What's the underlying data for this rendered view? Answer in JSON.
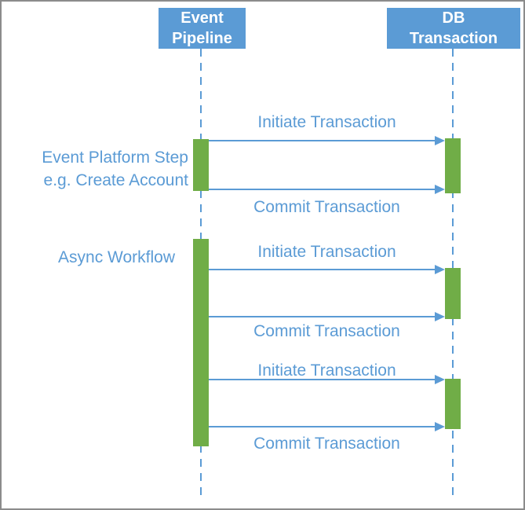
{
  "diagram": {
    "type": "sequence-diagram",
    "colors": {
      "accent_blue": "#5B9BD5",
      "activation_green": "#70AD47",
      "border_gray": "#8B8B8B",
      "background": "#FFFFFF"
    },
    "lifelines": [
      {
        "id": "event-pipeline",
        "line1": "Event",
        "line2": "Pipeline"
      },
      {
        "id": "db-transaction",
        "line1": "DB",
        "line2": "Transaction"
      }
    ],
    "annotations": [
      {
        "line1": "Event Platform Step",
        "line2": "e.g. Create Account"
      },
      {
        "line1": "Async Workflow"
      }
    ],
    "messages": [
      {
        "label": "Initiate Transaction",
        "from": "event-pipeline",
        "to": "db-transaction",
        "label_position": "above"
      },
      {
        "label": "Commit Transaction",
        "from": "event-pipeline",
        "to": "db-transaction",
        "label_position": "below"
      },
      {
        "label": "Initiate Transaction",
        "from": "event-pipeline",
        "to": "db-transaction",
        "label_position": "above"
      },
      {
        "label": "Commit Transaction",
        "from": "event-pipeline",
        "to": "db-transaction",
        "label_position": "below"
      },
      {
        "label": "Initiate Transaction",
        "from": "event-pipeline",
        "to": "db-transaction",
        "label_position": "above"
      },
      {
        "label": "Commit Transaction",
        "from": "event-pipeline",
        "to": "db-transaction",
        "label_position": "below"
      }
    ]
  }
}
